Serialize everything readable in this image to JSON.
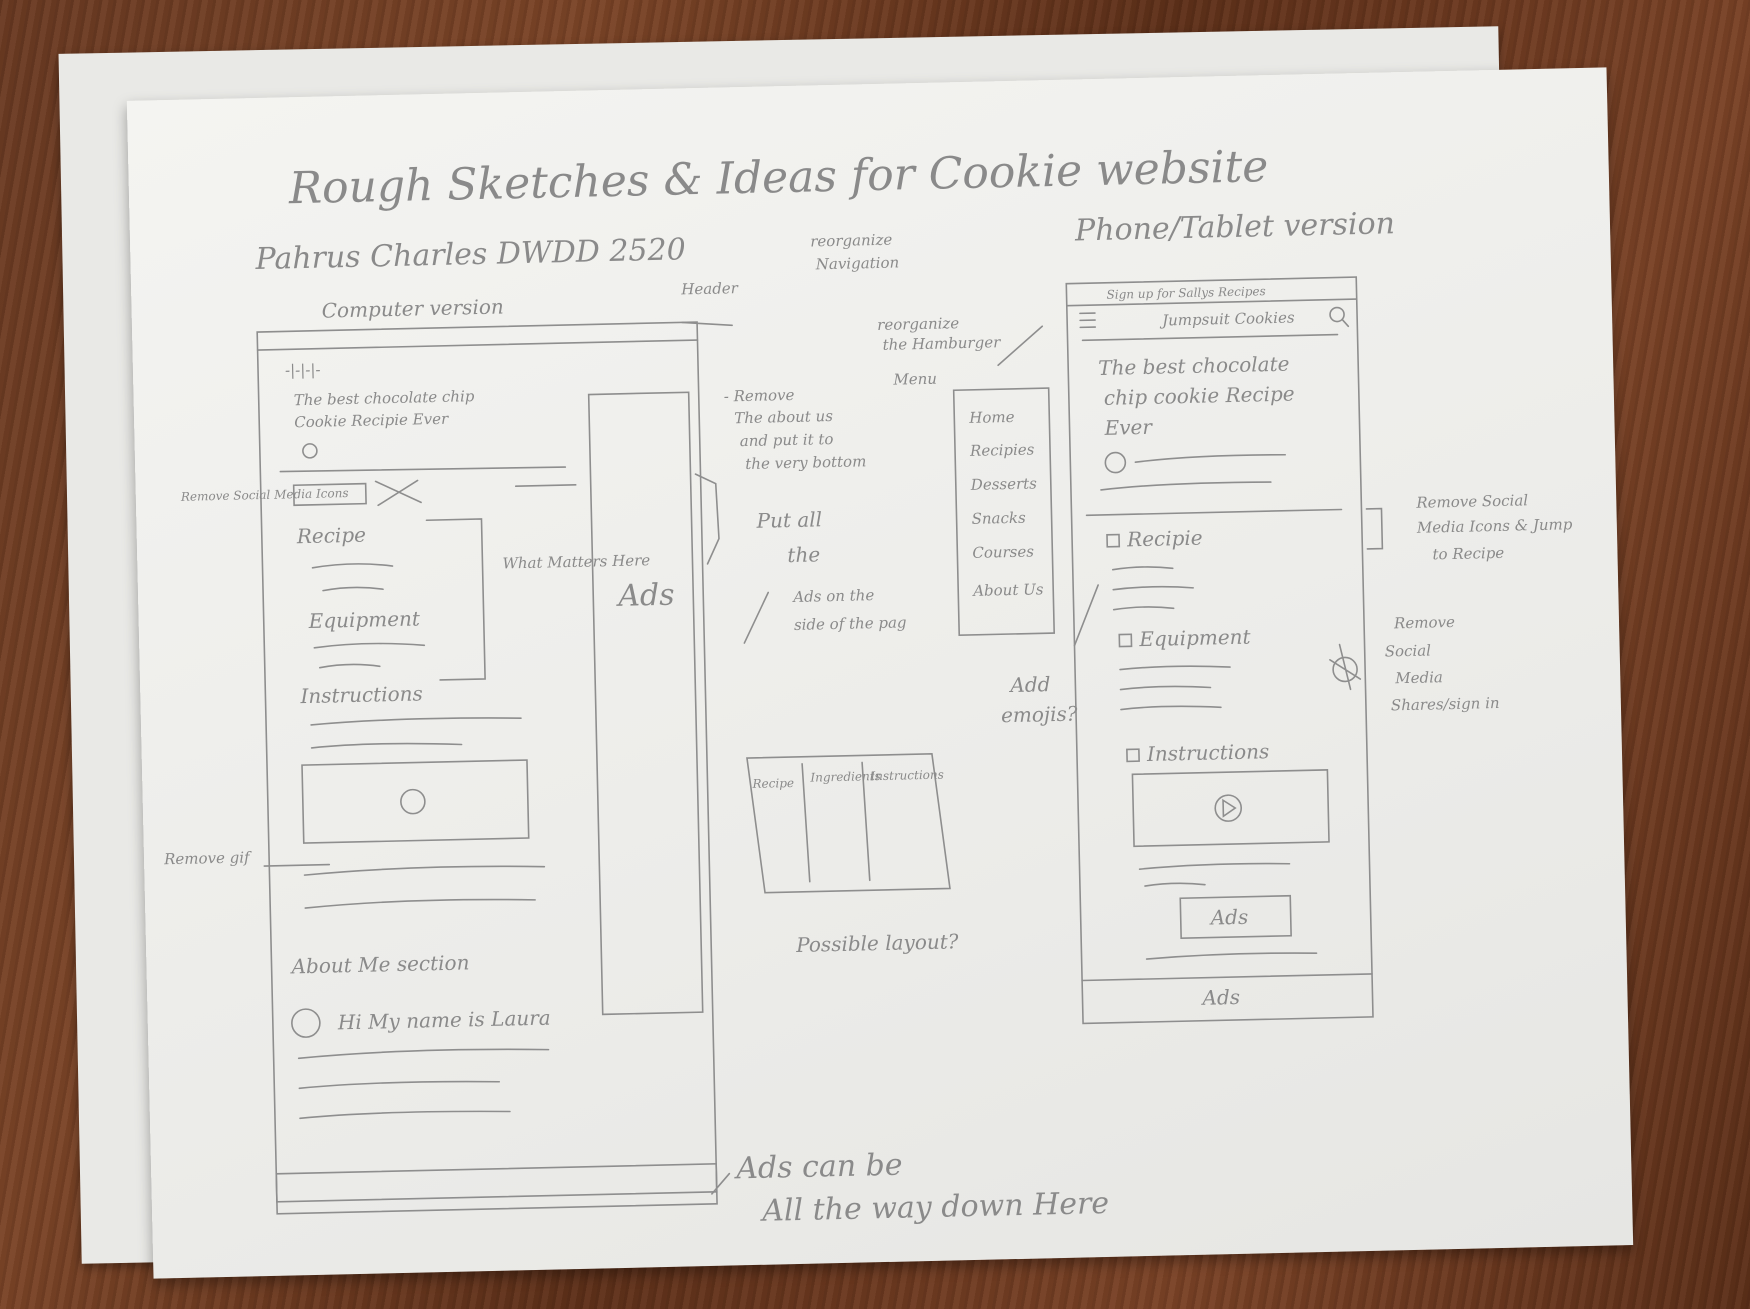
{
  "title": "Rough Sketches & Ideas for Cookie website",
  "author": "Pahrus Charles DWDD 2520",
  "computer": {
    "label": "Computer version",
    "header_note": "Header",
    "nav": "-|-|-|-",
    "recipe_title_line1": "The best chocolate chip",
    "recipe_title_line2": "Cookie Recipie Ever",
    "remove_social_note": "Remove Social Media Icons",
    "recipe": "Recipe",
    "equipment": "Equipment",
    "what_matters": "What Matters Here",
    "instructions": "Instructions",
    "remove_gif": "Remove gif",
    "about_heading": "About Me section",
    "about_text": "Hi My name is Laura",
    "ads": "Ads"
  },
  "notes": {
    "reorganize_nav_line1": "reorganize",
    "reorganize_nav_line2": "Navigation",
    "remove_about_line1": "- Remove",
    "remove_about_line2": "The about us",
    "remove_about_line3": "and put it to",
    "remove_about_line4": "the very bottom",
    "put_ads_line1": "Put all",
    "put_ads_line2": "the",
    "put_ads_line3": "Ads on the",
    "put_ads_line4": "side of the pag",
    "layout_col1": "Recipe",
    "layout_col2": "Ingredients",
    "layout_col3": "Instructions",
    "possible_layout": "Possible layout?",
    "ads_bottom_line1": "Ads can be",
    "ads_bottom_line2": "All the way down Here",
    "add_emojis_line1": "Add",
    "add_emojis_line2": "emojis?",
    "hamburger_note_line1": "reorganize",
    "hamburger_note_line2": "the Hamburger",
    "hamburger_note_line3": "Menu"
  },
  "menu_items": [
    "Home",
    "Recipies",
    "Desserts",
    "Snacks",
    "Courses",
    "About Us"
  ],
  "phone": {
    "label": "Phone/Tablet version",
    "top_banner": "Sign up for Sallys Recipes",
    "brand": "Jumpsuit Cookies",
    "recipe_title_line1": "The best chocolate",
    "recipe_title_line2": "chip cookie Recipe",
    "recipe_title_line3": "Ever",
    "recipe": "Recipie",
    "equipment": "Equipment",
    "instructions": "Instructions",
    "ads_button": "Ads",
    "ads_footer": "Ads",
    "remove_social_line1": "Remove Social",
    "remove_social_line2": "Media Icons & Jump",
    "remove_social_line3": "to Recipe",
    "remove_shares_line1": "Remove",
    "remove_shares_line2": "Social",
    "remove_shares_line3": "Media",
    "remove_shares_line4": "Shares/sign in"
  }
}
